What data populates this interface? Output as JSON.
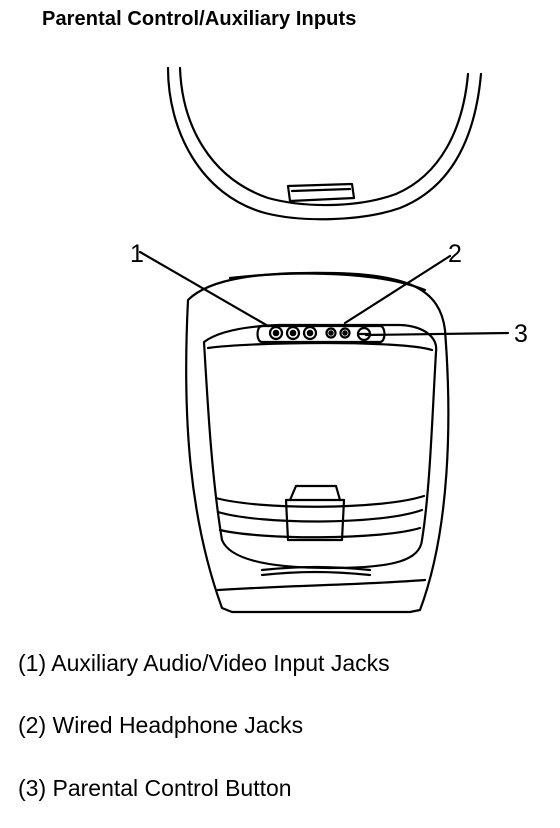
{
  "title": "Parental Control/Auxiliary Inputs",
  "callouts": [
    {
      "number": "1",
      "label": "(1) Auxiliary Audio/Video Input Jacks"
    },
    {
      "number": "2",
      "label": "(2) Wired Headphone Jacks"
    },
    {
      "number": "3",
      "label": "(3) Parental Control Button"
    }
  ]
}
